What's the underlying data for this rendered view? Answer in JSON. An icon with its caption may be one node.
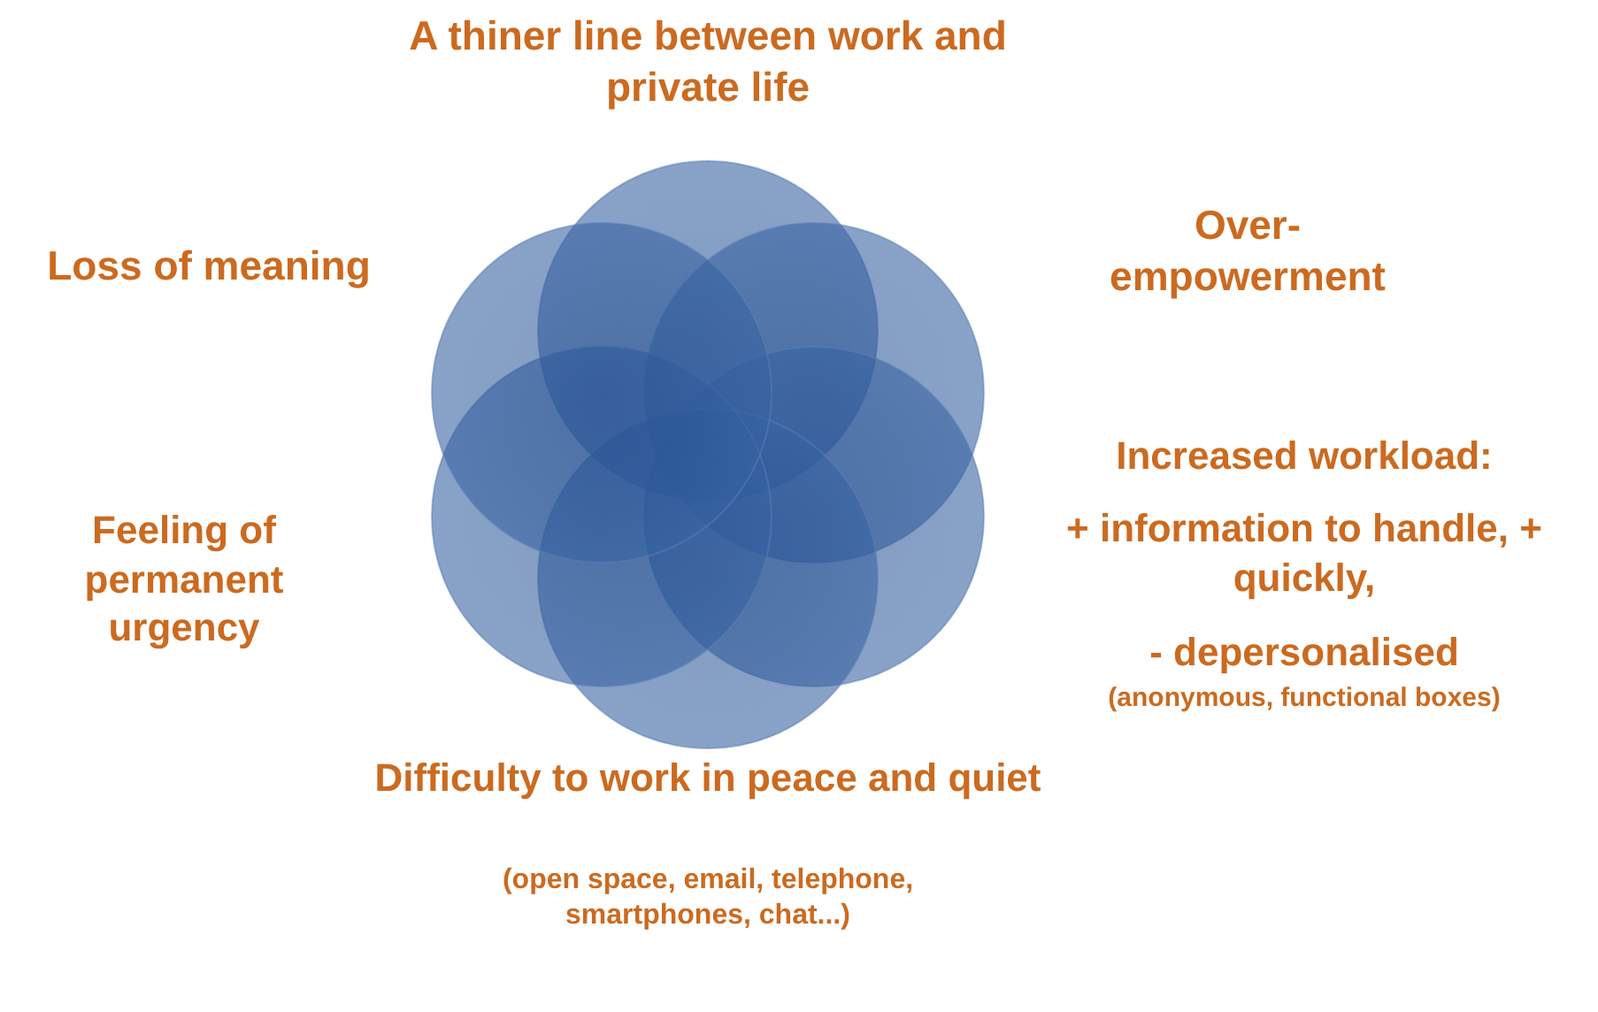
{
  "diagram": {
    "labels": [
      "A thiner line between work and private life",
      "Loss of meaning",
      "Over- empowerment",
      "Increased workload:",
      "+ information to handle, + quickly,",
      "- depersonalised",
      "(anonymous, functional boxes)",
      "Feeling of permanent urgency",
      "Difficulty to work in peace and quiet",
      "(open space, email, telephone, smartphones, chat...)"
    ]
  }
}
